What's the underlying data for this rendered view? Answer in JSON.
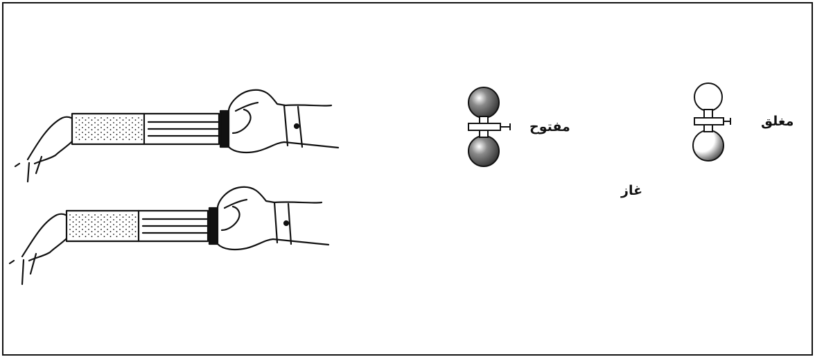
{
  "labels": {
    "open": "مفتوح",
    "closed": "مغلق",
    "gas": "غاز"
  },
  "colors": {
    "ink": "#111111",
    "sphere_dark": "#555555",
    "sphere_light": "#ffffff"
  }
}
